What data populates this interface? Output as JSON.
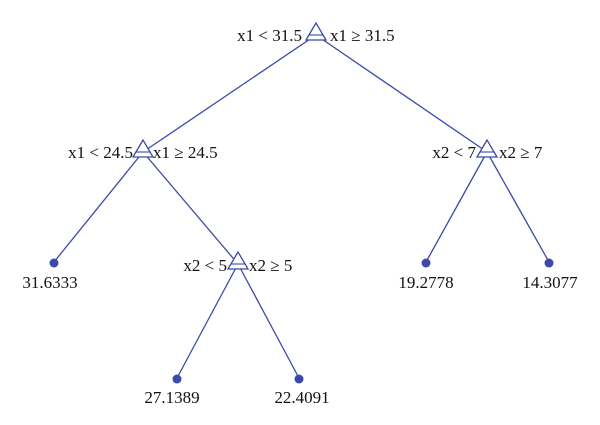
{
  "colors": {
    "line": "#3b4aa8",
    "text": "#111111",
    "background": "#ffffff"
  },
  "nodes": {
    "root": {
      "left": "x1 < 31.5",
      "right": "x1 ≥ 31.5"
    },
    "n_l": {
      "left": "x1 < 24.5",
      "right": "x1 ≥ 24.5"
    },
    "n_r": {
      "left": "x2 < 7",
      "right": "x2 ≥ 7"
    },
    "n_lr": {
      "left": "x2 < 5",
      "right": "x2 ≥ 5"
    }
  },
  "leaves": {
    "leaf_ll": "31.6333",
    "leaf_lrl": "27.1389",
    "leaf_lrr": "22.4091",
    "leaf_rl": "19.2778",
    "leaf_rr": "14.3077"
  }
}
